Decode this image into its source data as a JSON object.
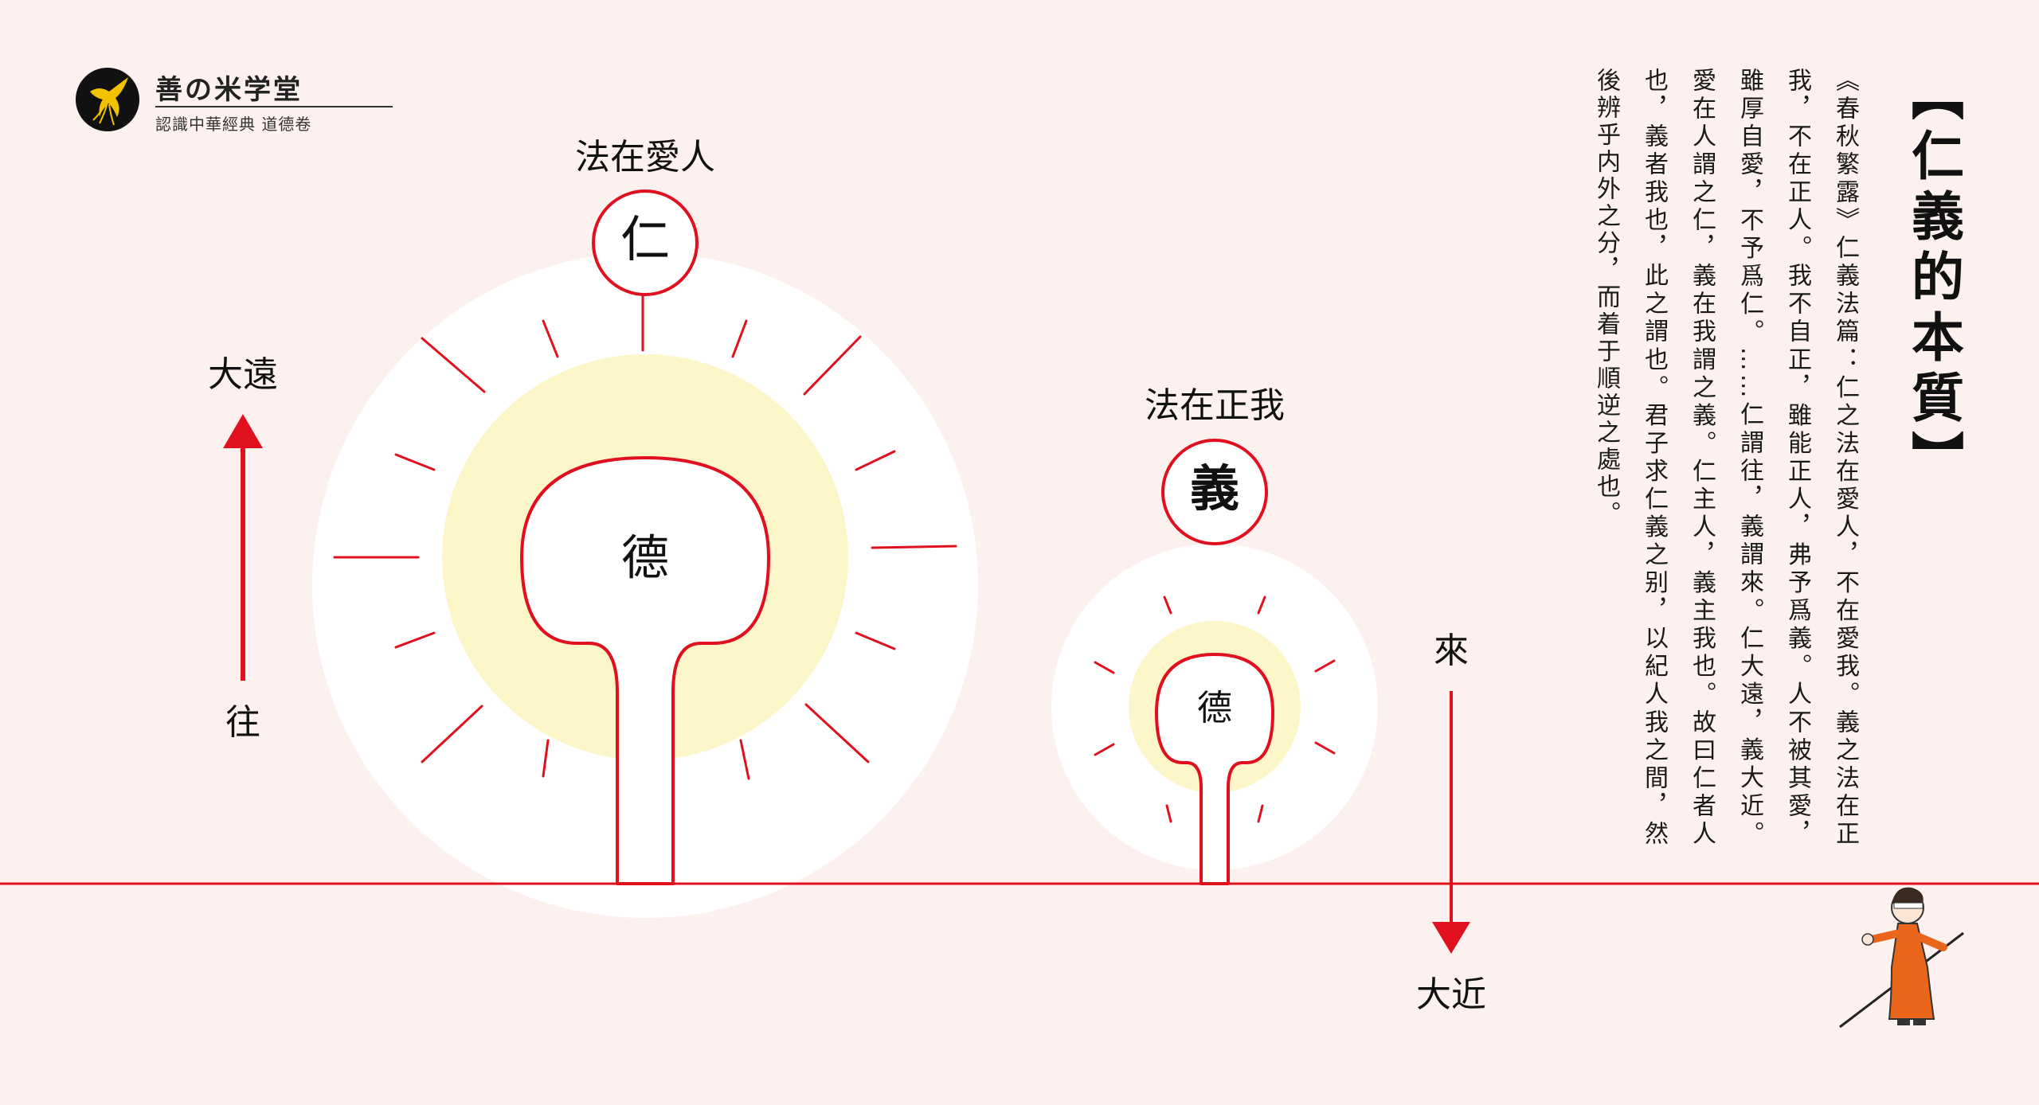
{
  "logo": {
    "name": "善の米学堂",
    "subtitle": "認識中華經典 道德卷"
  },
  "title": "【仁義的本質】",
  "body": "《春秋繁露》仁義法篇：仁之法在愛人，不在愛我。義之法在正我，不在正人。我不自正，雖能正人，弗予爲義。人不被其愛，雖厚自愛，不予爲仁。……仁謂往，義謂來。仁大遠，義大近。愛在人謂之仁，義在我謂之義。仁主人，義主我也。故曰仁者人也，義者我也，此之謂也。君子求仁義之别，以紀人我之間，然後辨乎内外之分，而着于順逆之處也。",
  "left_figure": {
    "caption": "法在愛人",
    "circle_label": "仁",
    "core_label": "德"
  },
  "right_figure": {
    "caption": "法在正我",
    "circle_label": "義",
    "core_label": "德"
  },
  "arrow_up": {
    "top_label": "大遠",
    "bottom_label": "往"
  },
  "arrow_down": {
    "top_label": "來",
    "bottom_label": "大近"
  },
  "colors": {
    "background": "#fdf1ef",
    "accent_red": "#e0101e",
    "glow_yellow": "#fdf6c9",
    "halo_white": "#ffffff"
  }
}
